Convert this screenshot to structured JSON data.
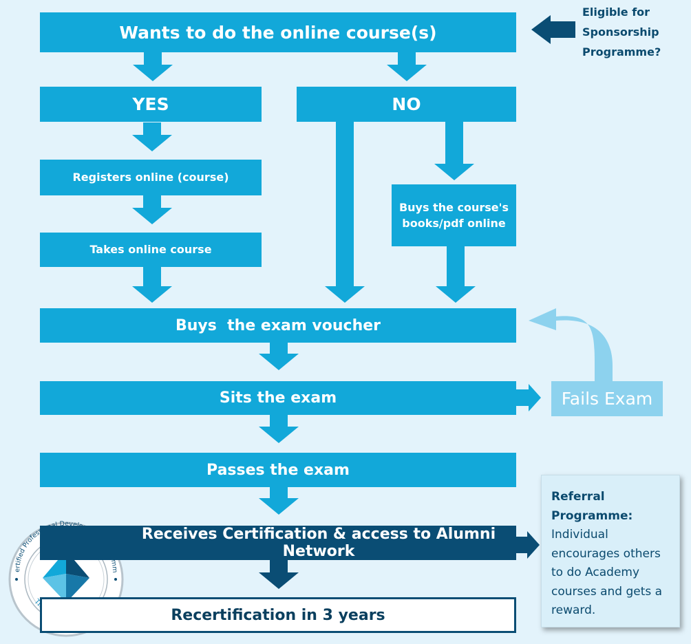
{
  "flow": {
    "wants": "Wants to do the online course(s)",
    "yes": "YES",
    "no": "NO",
    "registers": "Registers online (course)",
    "takes": "Takes online course",
    "buys_books_line1": "Buys the course's",
    "buys_books_line2": "books/pdf online",
    "voucher": "Buys  the exam voucher",
    "sits": "Sits the exam",
    "passes": "Passes the exam",
    "receives": "Receives Certification & access to Alumni Network",
    "recert": "Recertification in 3 years",
    "fails": "Fails Exam"
  },
  "sponsorship": {
    "line1": "Eligible for",
    "line2": "Sponsorship",
    "line3": "Programme?"
  },
  "referral": {
    "title": "Referral Programme:",
    "body": "Individual encourages others to do Academy courses and gets a reward."
  },
  "badge": {
    "top_text": "Certified Professional Development Programme",
    "bottom_text": "The WINS ACADEMY"
  },
  "colors": {
    "primary": "#12a8d9",
    "dark": "#0a4d74",
    "light": "#8dd2ee",
    "background": "#e3f3fb"
  }
}
